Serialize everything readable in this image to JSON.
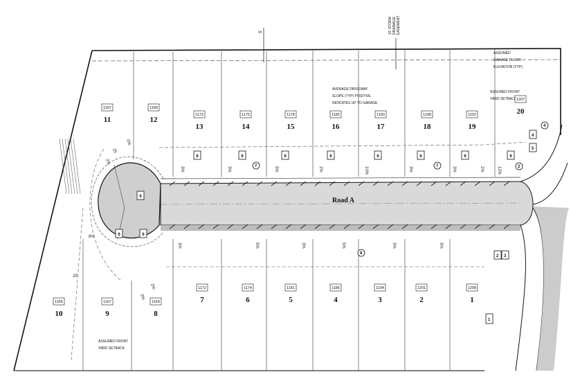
{
  "road_name": "Road A",
  "easement_label": [
    "10' STORM",
    "DRAINAGE",
    "EASEMENT"
  ],
  "dimension_top": "5'",
  "dimension_25": "25'",
  "dimension_8": "8%",
  "notes": {
    "garage": [
      "ASSUMED",
      "GARAGE FLOOR",
      "ELEVATION (TYP)"
    ],
    "driveway": [
      "AVERAGE DRIVEWAY",
      "SLOPE (TYP) POSITIVE",
      "INDICATES UP TO GARAGE"
    ],
    "front_setback_top": [
      "ASSUMED FRONT",
      "YARD SETBACK"
    ],
    "front_setback_bottom": [
      "ASSUMED FRONT",
      "YARD SETBACK"
    ]
  },
  "lots_top": [
    {
      "num": "11",
      "elev": "1167"
    },
    {
      "num": "12",
      "elev": "1168"
    },
    {
      "num": "13",
      "elev": "1172"
    },
    {
      "num": "14",
      "elev": "1175"
    },
    {
      "num": "15",
      "elev": "1178"
    },
    {
      "num": "16",
      "elev": "1182"
    },
    {
      "num": "17",
      "elev": "1190"
    },
    {
      "num": "18",
      "elev": "1198"
    },
    {
      "num": "19",
      "elev": "1202"
    },
    {
      "num": "20",
      "elev": "1207"
    }
  ],
  "lots_bottom": [
    {
      "num": "10",
      "elev": "1165"
    },
    {
      "num": "9",
      "elev": "1167"
    },
    {
      "num": "8",
      "elev": "1169"
    },
    {
      "num": "7",
      "elev": "1172"
    },
    {
      "num": "6",
      "elev": "1174"
    },
    {
      "num": "5",
      "elev": "1181"
    },
    {
      "num": "4",
      "elev": "1186"
    },
    {
      "num": "3",
      "elev": "1194"
    },
    {
      "num": "2",
      "elev": "1201"
    },
    {
      "num": "1",
      "elev": "1208"
    }
  ],
  "driveway_key": "6",
  "key_markers": {
    "k4": "4",
    "k5": "5",
    "k2": "2",
    "k3": "3",
    "k1": "1",
    "c4": "4",
    "c2": "2",
    "c7": "7",
    "c8": "8"
  },
  "slopes_top": [
    "3%",
    "3%",
    "5%",
    "2%",
    "10%",
    "3%",
    "3%",
    "2%",
    "12%"
  ],
  "slopes_bottom": [
    "3%",
    "5%",
    "3%",
    "5%",
    "3%",
    "3%"
  ],
  "cul_slopes": [
    "0%",
    "25",
    "2%",
    "2%",
    "3%"
  ]
}
